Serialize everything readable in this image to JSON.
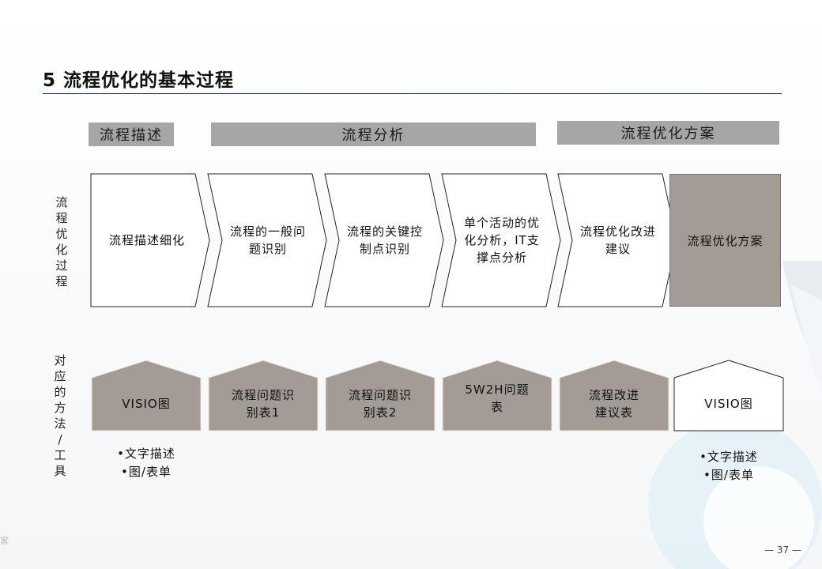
{
  "title": "5  流程优化的基本过程",
  "phases": [
    {
      "label": "流程描述"
    },
    {
      "label": "流程分析"
    },
    {
      "label": "流程优化方案"
    }
  ],
  "row_labels": {
    "process": [
      "流",
      "程",
      "优",
      "化",
      "过",
      "程"
    ],
    "methods": [
      "对",
      "应",
      "的",
      "方",
      "法",
      "/",
      "工",
      "具"
    ]
  },
  "steps": [
    {
      "lines": [
        "流程描述细化"
      ]
    },
    {
      "lines": [
        "流程的一般问",
        "题识别"
      ]
    },
    {
      "lines": [
        "流程的关键控",
        "制点识别"
      ]
    },
    {
      "lines": [
        "单个活动的优",
        "化分析，IT支",
        "撑点分析"
      ]
    },
    {
      "lines": [
        "流程优化改进",
        "建议"
      ]
    },
    {
      "lines": [
        "流程优化方案"
      ]
    }
  ],
  "tools": [
    {
      "lines": [
        "VISIO图"
      ]
    },
    {
      "lines": [
        "流程问题识",
        "别表1"
      ]
    },
    {
      "lines": [
        "流程问题识",
        "别表2"
      ]
    },
    {
      "lines": [
        "5W2H问题",
        "表"
      ]
    },
    {
      "lines": [
        "流程改进",
        "建议表"
      ]
    },
    {
      "lines": [
        "VISIO图"
      ]
    }
  ],
  "notes": {
    "left": [
      "•文字描述",
      "•图/表单"
    ],
    "right": [
      "•文字描述",
      "•图/表单"
    ]
  },
  "page_number": "— 37 —",
  "corner_mark": "家",
  "colors": {
    "phase_bar": "#a6a6a6",
    "tool_fill": "#a39b96",
    "title_rule": "#1f2d5a"
  }
}
